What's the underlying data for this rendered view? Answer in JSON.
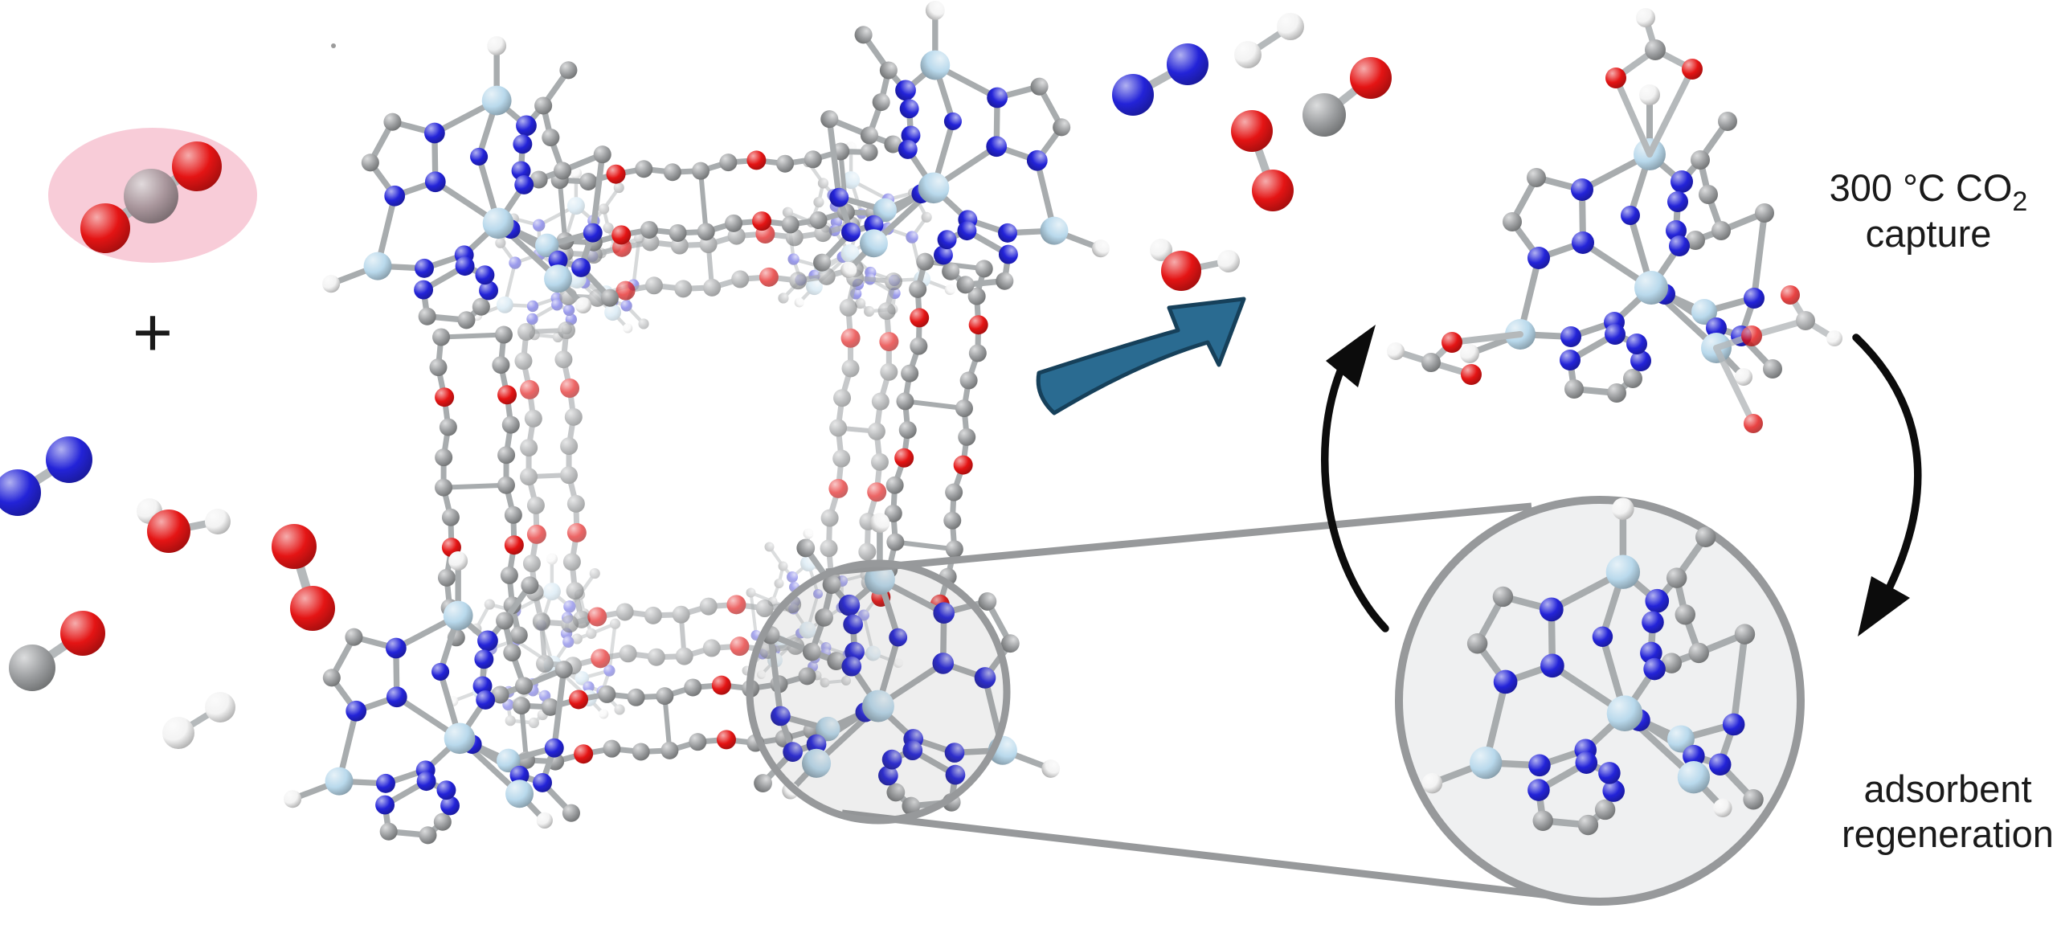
{
  "figure": {
    "title": "High-temperature CO2 capture and adsorbent regeneration cycle on a zinc-triazolate framework",
    "labels": {
      "plus_sign": "+",
      "capture_step": {
        "line1": "300 °C CO",
        "subscript": "2",
        "line2": "capture"
      },
      "regeneration_step": {
        "line1": "adsorbent",
        "line2": "regeneration"
      }
    },
    "molecules_feed": [
      "CO2-highlighted",
      "N2",
      "H2O",
      "O2",
      "CO",
      "H2"
    ],
    "molecules_released": [
      "N2",
      "H2",
      "CO",
      "O2",
      "H2O"
    ],
    "icons": {
      "capture_arrow": "teal-curved-arrow",
      "cycle_up_arrow": "black-curved-arrow-up",
      "cycle_down_arrow": "black-curved-arrow-down",
      "zoom_callout": "magnifier-circle"
    },
    "colors": {
      "oxygen_red": "#e41414",
      "nitrogen_blue": "#2323d8",
      "zinc_light_blue": "#b9d9ec",
      "carbon_gray": "#9c9ea0",
      "hydrogen_white": "#f3f3f3",
      "co2_carbon_mauve": "#a9969c",
      "highlight_pink": "#f8ccd8",
      "bond_gray": "#a8acae",
      "mol_bond_gray": "#b5b9bb",
      "arrow_teal_fill": "#2a6b91",
      "arrow_teal_outline": "#16405a",
      "callout_gray": "#97999b",
      "circle_fill": "#eff0f1",
      "arrow_black": "#0c0c0c",
      "text_black": "#1a1a1a"
    }
  }
}
